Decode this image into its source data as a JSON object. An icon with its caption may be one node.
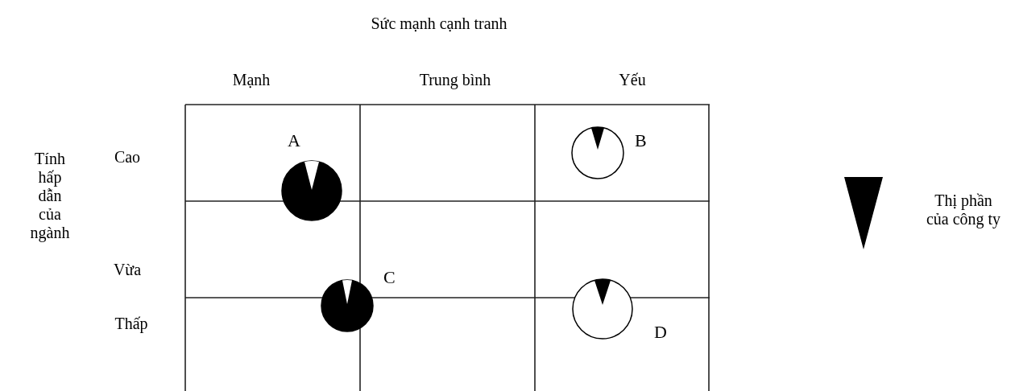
{
  "diagram": {
    "nodes": [
      {
        "text": [],
        "shape": "circle",
        "beside": [
          "A"
        ]
      },
      {
        "text": [],
        "shape": "circle",
        "beside": [
          "B"
        ]
      },
      {
        "text": [],
        "shape": "circle",
        "beside": [
          "C"
        ]
      },
      {
        "text": [],
        "shape": "circle",
        "beside": [
          "D"
        ]
      }
    ],
    "labels": [
      "Sức mạnh cạnh tranh",
      "Mạnh",
      "Trung bình",
      "Yếu",
      "Tính hấp dẫn của ngành",
      "Cao",
      "Vừa",
      "Thấp"
    ],
    "legend": [
      {
        "text": "Thị phần của công ty"
      }
    ]
  }
}
